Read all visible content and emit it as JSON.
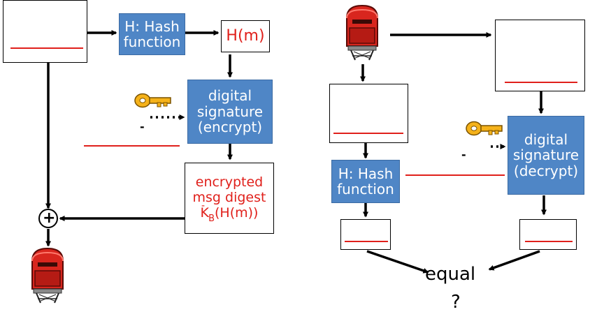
{
  "colors": {
    "accent_red": "#e0201b",
    "box_blue": "#4f86c6",
    "key_gold": "#f5b21a",
    "mailbox_red": "#d8261e"
  },
  "left_flow": {
    "hash_box": {
      "line1": "H: Hash",
      "line2": "function"
    },
    "hash_output": "H(m)",
    "signature_box": {
      "line1": "digital",
      "line2": "signature",
      "line3": "(encrypt)"
    },
    "key_minus": "-",
    "encrypted_box": {
      "line1": "encrypted",
      "line2": "msg digest",
      "k": "K",
      "minus": "-",
      "sub_b": "B",
      "rest": "(H(m))"
    },
    "plus_symbol": "+"
  },
  "right_flow": {
    "hash_box": {
      "line1": "H: Hash",
      "line2": "function"
    },
    "signature_box": {
      "line1": "digital",
      "line2": "signature",
      "line3": "(decrypt)"
    },
    "key_minus": "-",
    "equal_text": "equal",
    "question_mark": "?"
  },
  "icons": [
    "mailbox-icon",
    "key-icon",
    "plus-circle-icon"
  ]
}
